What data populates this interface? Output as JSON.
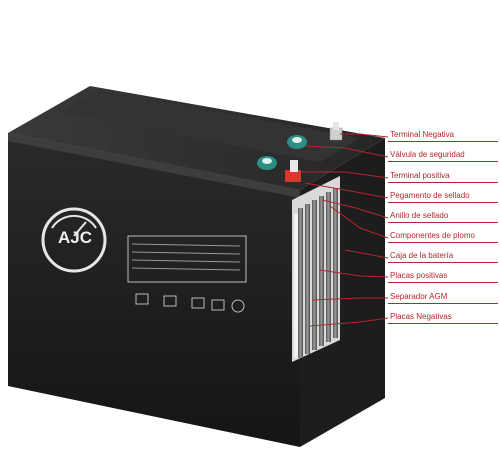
{
  "logo": {
    "text": "AJC"
  },
  "callouts": [
    "Terminal Negativa",
    "Válvula de seguridad",
    "Terminal positiva",
    "Pegamento de sellado",
    "Anillo de sellado",
    "Componentes de plomo",
    "Caja de la batería",
    "Placas positivas",
    "Separador AGM",
    "Placas Negativas"
  ],
  "colors": {
    "callout": "#b5262b",
    "case_front": "#1f1f1f",
    "case_top": "#2b2b2b",
    "terminal_red": "#d23a2e",
    "terminal_teal": "#2b8f86"
  },
  "icons": [
    "ul-mark",
    "ce-mark",
    "recycle-icon",
    "pb-icon",
    "spec-label"
  ]
}
